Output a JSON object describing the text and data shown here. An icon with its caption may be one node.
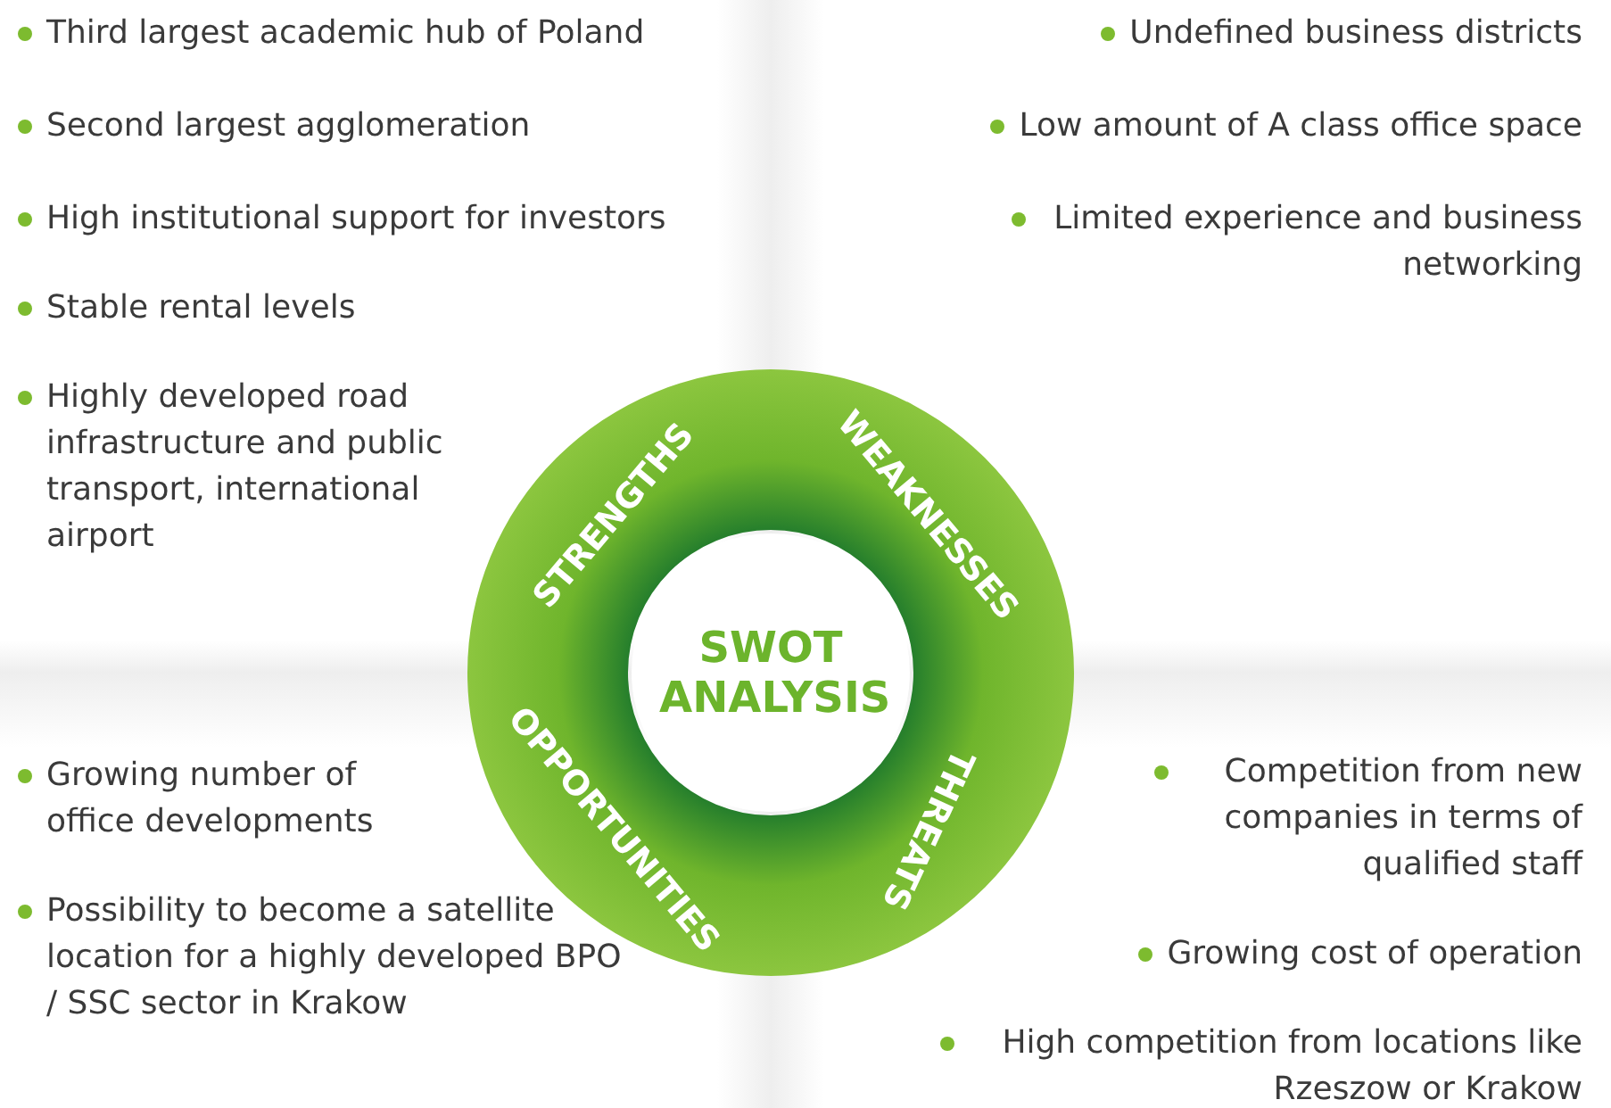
{
  "diagram": {
    "nodes": [
      {
        "text": [
          "SWOT ANALYSIS"
        ]
      },
      {
        "text": [
          "STRENGTHS"
        ]
      },
      {
        "text": [
          "WEAKNESSES"
        ]
      },
      {
        "text": [
          "THREATS"
        ]
      },
      {
        "text": [
          "OPPORTUNITIES"
        ]
      }
    ],
    "labels": [
      "Third largest academic hub of Poland",
      "Second largest agglomeration",
      "High institutional support for investors",
      "Stable rental levels",
      "Highly developed road infrastructure and public transport, international airport",
      "Undefined business districts",
      "Low amount of A class office space",
      "Limited experience and business networking",
      "Growing number of office developments",
      "Possibility to become a satellite location for a highly developed BPO / SSC sector in Krakow",
      "Competition from new companies in terms of qualified staff",
      "Growing cost of operation",
      "High competition from locations like Rzeszow or Krakow"
    ]
  }
}
